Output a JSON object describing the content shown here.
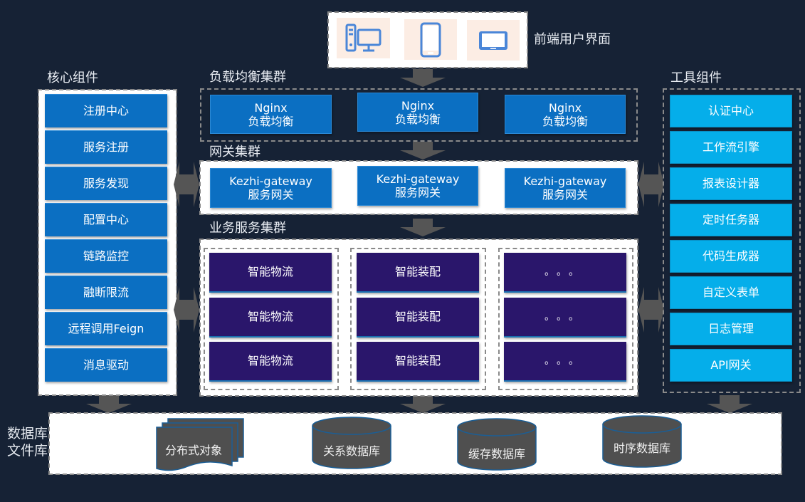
{
  "frontend": {
    "label": "前端用户界面",
    "devices": [
      {
        "icon": "desktop-computer-icon"
      },
      {
        "icon": "smartphone-icon"
      },
      {
        "icon": "tablet-icon"
      }
    ]
  },
  "core": {
    "title": "核心组件",
    "items": [
      "注册中心",
      "服务注册",
      "服务发现",
      "配置中心",
      "链路监控",
      "融断限流",
      "远程调用Feign",
      "消息驱动"
    ]
  },
  "tools": {
    "title": "工具组件",
    "items": [
      "认证中心",
      "工作流引擎",
      "报表设计器",
      "定时任务器",
      "代码生成器",
      "自定义表单",
      "日志管理",
      "API网关"
    ]
  },
  "load_balancer": {
    "title": "负载均衡集群",
    "nodes": [
      {
        "line1": "Nginx",
        "line2": "负载均衡"
      },
      {
        "line1": "Nginx",
        "line2": "负载均衡"
      },
      {
        "line1": "Nginx",
        "line2": "负载均衡"
      }
    ]
  },
  "gateway": {
    "title": "网关集群",
    "nodes": [
      {
        "line1": "Kezhi-gateway",
        "line2": "服务网关"
      },
      {
        "line1": "Kezhi-gateway",
        "line2": "服务网关"
      },
      {
        "line1": "Kezhi-gateway",
        "line2": "服务网关"
      }
    ]
  },
  "business": {
    "title": "业务服务集群",
    "columns": [
      [
        "智能物流",
        "智能物流",
        "智能物流"
      ],
      [
        "智能装配",
        "智能装配",
        "智能装配"
      ],
      [
        "。。。",
        "。。。",
        "。。。"
      ]
    ]
  },
  "storage": {
    "title_line1": "数据库",
    "title_line2": "文件库",
    "items": [
      {
        "label": "分布式对象",
        "shape": "multi-document"
      },
      {
        "label": "关系数据库",
        "shape": "cylinder"
      },
      {
        "label": "缓存数据库",
        "shape": "cylinder"
      },
      {
        "label": "时序数据库",
        "shape": "cylinder"
      }
    ]
  },
  "colors": {
    "background": "#162235",
    "core_blue": "#0b6fc2",
    "tool_cyan": "#05aeea",
    "business_purple": "#2a166b",
    "arrow_gray": "#555555",
    "storage_gray": "#4f4f4f",
    "device_tile": "#fcede4",
    "device_icon": "#4a86d8"
  }
}
